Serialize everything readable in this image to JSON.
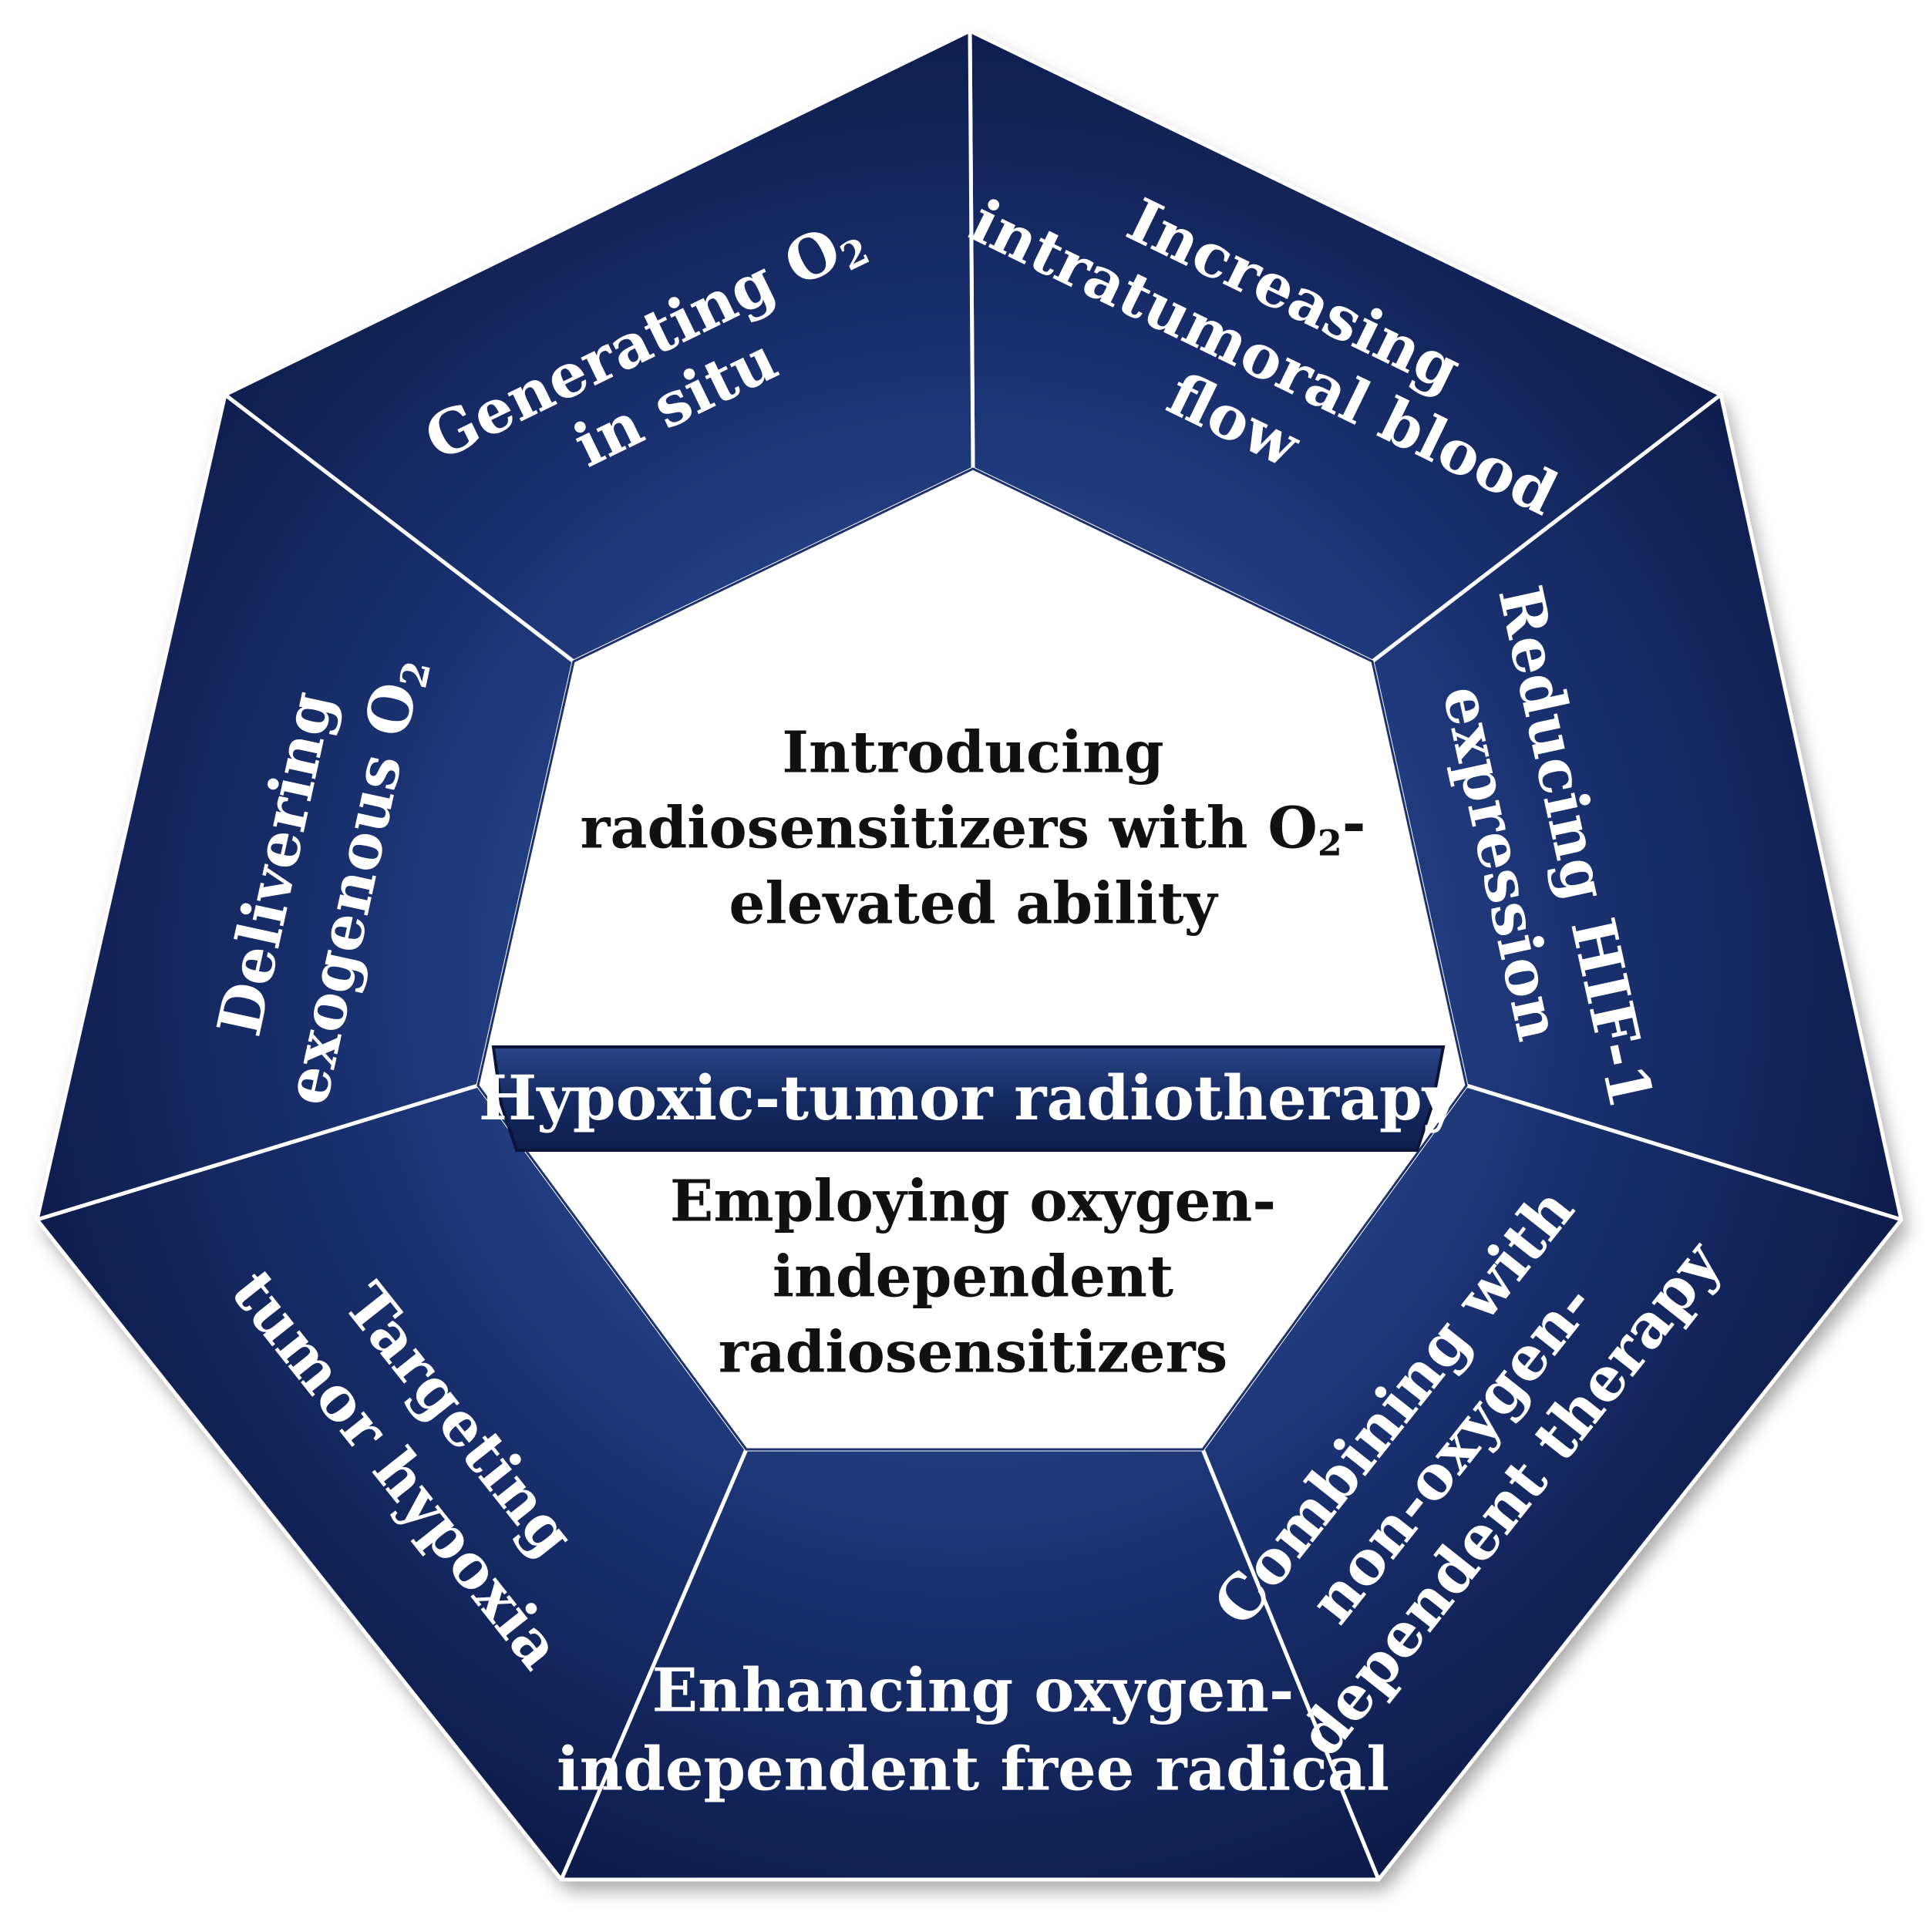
{
  "colors": {
    "segment_dark": "#0d1e4e",
    "segment_mid": "#1d3a7c",
    "segment_light": "#2e5296",
    "divider": "#ffffff",
    "core": "#ffffff",
    "band": "#16295c"
  },
  "segments": [
    {
      "id": "generating-o2",
      "lines": [
        {
          "text": "Generating O",
          "sub": "2"
        },
        {
          "text": "in situ"
        }
      ]
    },
    {
      "id": "increasing-blood-flow",
      "lines": [
        {
          "text": "Increasing"
        },
        {
          "text": "intratumoral blood"
        },
        {
          "text": "flow"
        }
      ]
    },
    {
      "id": "reducing-hif1",
      "lines": [
        {
          "text": "Reducing HIF-1"
        },
        {
          "text": "expression"
        }
      ]
    },
    {
      "id": "combining-therapy",
      "lines": [
        {
          "text": "Combining with"
        },
        {
          "text": "non-oxygen-"
        },
        {
          "text": "dependent therapy"
        }
      ]
    },
    {
      "id": "enhancing-free-radical",
      "lines": [
        {
          "text": "Enhancing oxygen-"
        },
        {
          "text": "independent free radical"
        }
      ]
    },
    {
      "id": "targeting-hypoxia",
      "lines": [
        {
          "text": "Targeting"
        },
        {
          "text": "tumor hypoxia"
        }
      ]
    },
    {
      "id": "delivering-o2",
      "lines": [
        {
          "text": "Delivering"
        },
        {
          "text": "exogenous O",
          "sub": "2"
        }
      ]
    }
  ],
  "core_upper": {
    "lines": [
      {
        "text": "Introducing"
      },
      {
        "text": "radiosensitizers with O",
        "sub": "2",
        "tail": "-"
      },
      {
        "text": "elevated ability"
      }
    ]
  },
  "band": {
    "text": "Hypoxic-tumor radiotherapy"
  },
  "core_lower": {
    "lines": [
      {
        "text": "Employing oxygen-"
      },
      {
        "text": "independent"
      },
      {
        "text": "radiosensitizers"
      }
    ]
  }
}
